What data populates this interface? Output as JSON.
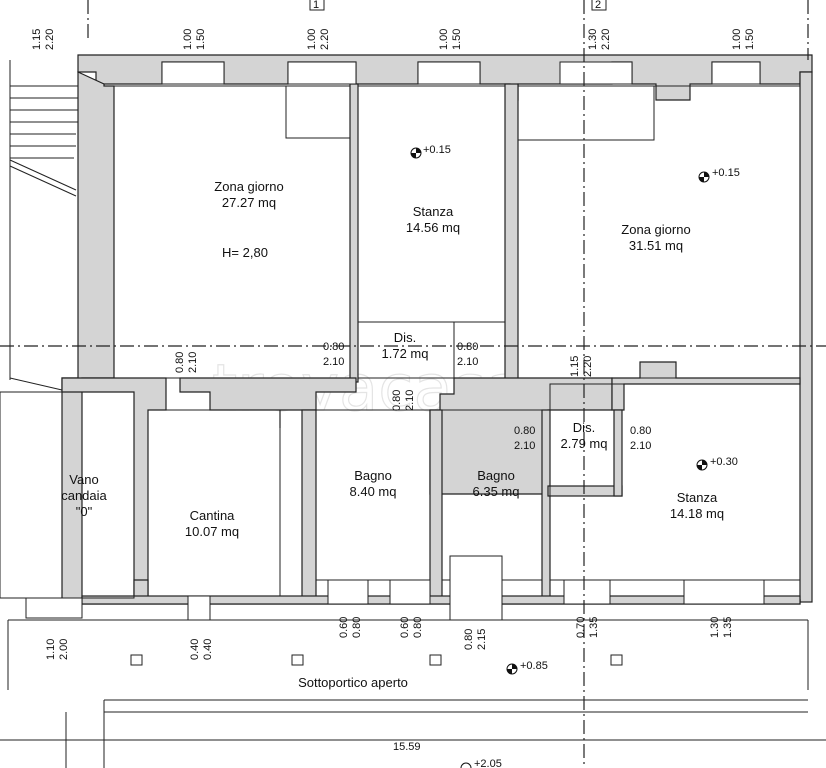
{
  "rooms": [
    {
      "id": "zona-giorno-1",
      "name": "Zona giorno",
      "area": "27.27 mq",
      "extra": "H= 2,80"
    },
    {
      "id": "stanza-1",
      "name": "Stanza",
      "area": "14.56 mq"
    },
    {
      "id": "zona-giorno-2",
      "name": "Zona giorno",
      "area": "31.51 mq"
    },
    {
      "id": "dis-1",
      "name": "Dis.",
      "area": "1.72 mq"
    },
    {
      "id": "dis-2",
      "name": "Dis.",
      "area": "2.79 mq"
    },
    {
      "id": "vano-candaia",
      "name": "Vano",
      "name2": "candaia",
      "name3": "\"0\""
    },
    {
      "id": "cantina",
      "name": "Cantina",
      "area": "10.07 mq"
    },
    {
      "id": "bagno-1",
      "name": "Bagno",
      "area": "8.40 mq"
    },
    {
      "id": "bagno-2",
      "name": "Bagno",
      "area": "6.35 mq"
    },
    {
      "id": "stanza-2",
      "name": "Stanza",
      "area": "14.18 mq"
    },
    {
      "id": "sottoportico",
      "name": "Sottoportico aperto"
    }
  ],
  "unit_labels": [
    "1",
    "2"
  ],
  "levels": [
    "+0.15",
    "+0.15",
    "+0.30",
    "+0.85",
    "+2.05"
  ],
  "openings": {
    "top_vertical": [
      [
        "1.15",
        "2.20"
      ],
      [
        "1.00",
        "1.50"
      ],
      [
        "1.00",
        "2.20"
      ],
      [
        "1.00",
        "1.50"
      ],
      [
        "1.30",
        "2.20"
      ],
      [
        "1.00",
        "1.50"
      ]
    ],
    "door_dis1_left": [
      "0.80",
      "2.10"
    ],
    "door_dis1_right": [
      "0.80",
      "2.10"
    ],
    "door_cantina": [
      "0.80",
      "2.10"
    ],
    "door_bagno1": [
      "0.80",
      "2.10"
    ],
    "door_dis2_top": [
      "1.15",
      "2.20"
    ],
    "door_dis2_left": [
      "0.80",
      "2.10"
    ],
    "door_dis2_right": [
      "0.80",
      "2.10"
    ],
    "bottom_vertical": [
      [
        "1.10",
        "2.00"
      ],
      [
        "0.40",
        "0.40"
      ],
      [
        "0.60",
        "0.80"
      ],
      [
        "0.60",
        "0.80"
      ],
      [
        "0.80",
        "2.15"
      ],
      [
        "0.70",
        "1.35"
      ],
      [
        "1.30",
        "1.35"
      ]
    ]
  },
  "overall_dimension": "15.59",
  "watermark": "trovacasa"
}
